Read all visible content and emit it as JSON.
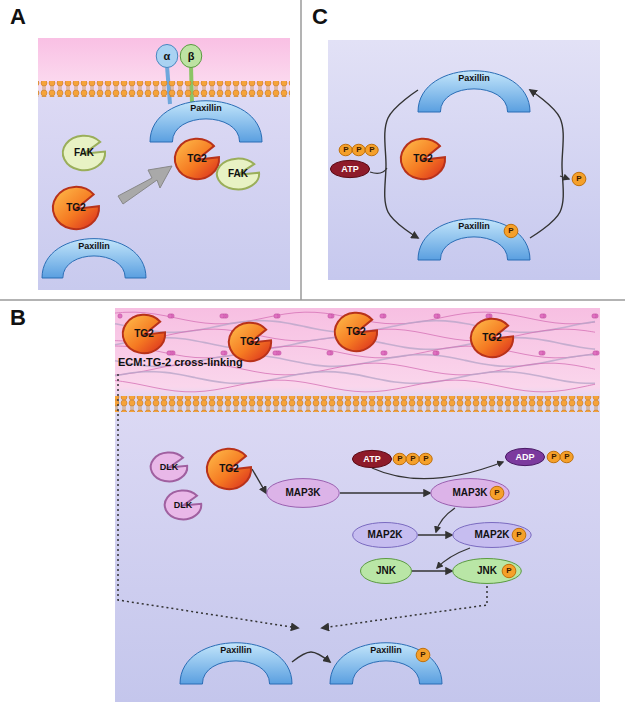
{
  "diagram": {
    "nodes": [
      {
        "text": [
          "A"
        ]
      },
      {
        "text": [
          "FAK"
        ],
        "in": 0
      },
      {
        "text": [
          "TG2"
        ],
        "in": 0
      },
      {
        "text": [
          "Paxillin"
        ],
        "in": 0
      },
      {
        "text": [
          "α"
        ],
        "in": 0
      },
      {
        "text": [
          "β"
        ],
        "in": 0
      },
      {
        "text": [
          "Paxillin"
        ],
        "in": 0
      },
      {
        "text": [
          "TG2"
        ],
        "in": 0
      },
      {
        "text": [
          "FAK"
        ],
        "in": 0
      },
      {
        "text": [
          "C"
        ]
      },
      {
        "text": [
          "Paxillin"
        ],
        "in": 9
      },
      {
        "text": [
          "ATP"
        ],
        "in": 9
      },
      {
        "text": [
          "P"
        ],
        "in": 9
      },
      {
        "text": [
          "P"
        ],
        "in": 9
      },
      {
        "text": [
          "P"
        ],
        "in": 9
      },
      {
        "text": [
          "TG2"
        ],
        "in": 9
      },
      {
        "text": [
          "Paxillin"
        ],
        "in": 9
      },
      {
        "text": [
          "P"
        ],
        "in": 16
      },
      {
        "text": [
          "P"
        ],
        "in": 9
      },
      {
        "text": [
          "B"
        ]
      },
      {
        "text": [
          "TG2"
        ],
        "in": 19
      },
      {
        "text": [
          "TG2"
        ],
        "in": 19
      },
      {
        "text": [
          "TG2"
        ],
        "in": 19
      },
      {
        "text": [
          "TG2"
        ],
        "in": 19
      },
      {
        "text": [
          "DLK"
        ],
        "in": 19
      },
      {
        "text": [
          "DLK"
        ],
        "in": 19
      },
      {
        "text": [
          "TG2"
        ],
        "in": 19
      },
      {
        "text": [
          "MAP3K"
        ],
        "in": 19
      },
      {
        "text": [
          "ATP"
        ],
        "in": 19
      },
      {
        "text": [
          "P"
        ],
        "in": 19
      },
      {
        "text": [
          "P"
        ],
        "in": 19
      },
      {
        "text": [
          "P"
        ],
        "in": 19
      },
      {
        "text": [
          "ADP"
        ],
        "in": 19
      },
      {
        "text": [
          "P"
        ],
        "in": 19
      },
      {
        "text": [
          "P"
        ],
        "in": 19
      },
      {
        "text": [
          "MAP3K"
        ],
        "in": 19
      },
      {
        "text": [
          "P"
        ],
        "in": 35
      },
      {
        "text": [
          "MAP2K"
        ],
        "in": 19
      },
      {
        "text": [
          "MAP2K"
        ],
        "in": 19
      },
      {
        "text": [
          "P"
        ],
        "in": 38
      },
      {
        "text": [
          "JNK"
        ],
        "in": 19
      },
      {
        "text": [
          "JNK"
        ],
        "in": 19
      },
      {
        "text": [
          "P"
        ],
        "in": 41
      },
      {
        "text": [
          "Paxillin"
        ],
        "in": 19
      },
      {
        "text": [
          "Paxillin"
        ],
        "in": 19
      },
      {
        "text": [
          "P"
        ],
        "in": 44
      }
    ],
    "edges": [
      {
        "from": 10,
        "to": 16,
        "arrow": "to"
      },
      {
        "from": 16,
        "to": 10,
        "arrow": "to"
      },
      {
        "from": 26,
        "to": 27,
        "arrow": "to"
      },
      {
        "from": 27,
        "to": 35,
        "arrow": "to"
      },
      {
        "from": 37,
        "to": 38,
        "arrow": "to"
      },
      {
        "from": 40,
        "to": 41,
        "arrow": "to"
      },
      {
        "from": 43,
        "to": 44,
        "arrow": "to"
      }
    ],
    "labels": [
      "ECM:TG-2 cross-linking"
    ]
  }
}
